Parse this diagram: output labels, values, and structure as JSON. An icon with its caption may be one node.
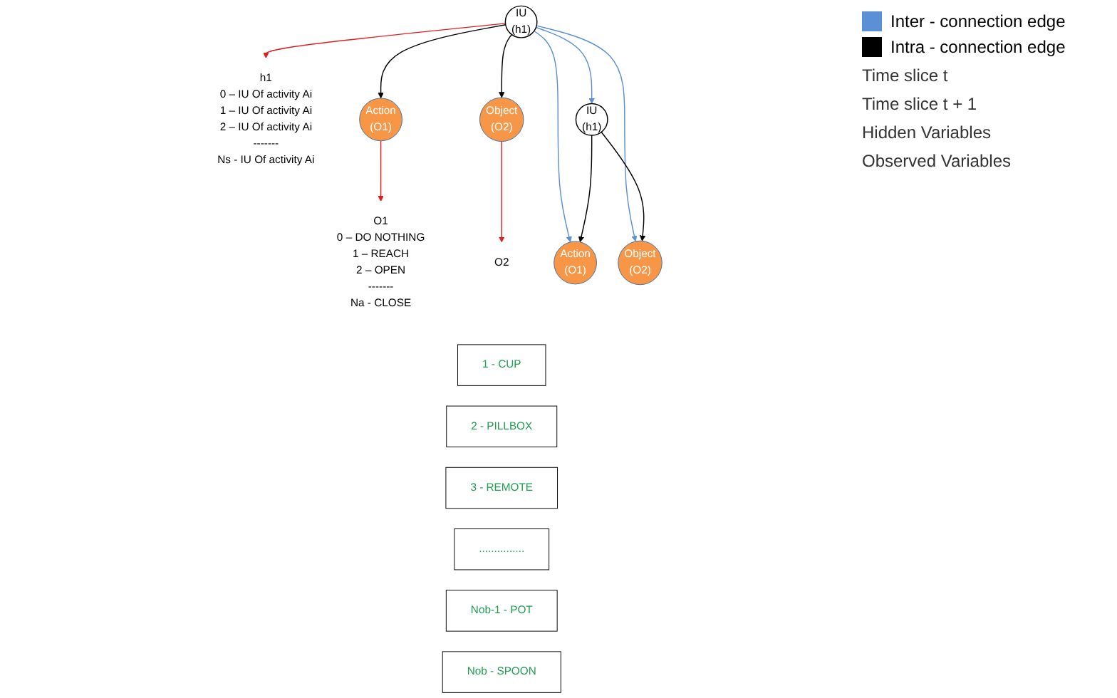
{
  "diagram": {
    "nodes": [
      {
        "text": [
          "IU",
          "(h1)"
        ]
      },
      {
        "text": [
          "IU",
          "(h1)"
        ]
      },
      {
        "text": [
          "Action",
          "(O1)"
        ]
      },
      {
        "text": [
          "Object",
          "(O2)"
        ]
      },
      {
        "text": [
          "Action",
          "(O1)"
        ]
      },
      {
        "text": [
          "Object",
          "(O2)"
        ]
      },
      {
        "text": [
          "h1",
          "0 – IU Of activity Ai",
          "1 – IU Of activity Ai",
          "2 – IU Of activity Ai",
          "-------",
          "Ns - IU Of activity Ai"
        ]
      },
      {
        "text": [
          "O1",
          "0 – DO NOTHING",
          "1 – REACH",
          "2 – OPEN",
          "-------",
          "Na - CLOSE"
        ]
      },
      {
        "text": [
          "O2"
        ]
      },
      {
        "text": [
          "1 - CUP"
        ]
      },
      {
        "text": [
          "2 - PILLBOX"
        ]
      },
      {
        "text": [
          "3 - REMOTE"
        ]
      },
      {
        "text": [
          "..............."
        ]
      },
      {
        "text": [
          "Nob-1 - POT"
        ]
      },
      {
        "text": [
          "Nob - SPOON"
        ]
      }
    ],
    "edges": [
      {
        "from": 0,
        "to": 6,
        "arrow": "to",
        "color": "#e02020"
      },
      {
        "from": 0,
        "to": 1,
        "arrow": "to",
        "color": "#5b8fd6"
      },
      {
        "from": 0,
        "to": 4,
        "arrow": "to",
        "color": "#5b8fd6"
      },
      {
        "from": 0,
        "to": 5,
        "arrow": "to",
        "color": "#5b8fd6"
      },
      {
        "from": 0,
        "to": 2,
        "arrow": "to"
      },
      {
        "from": 0,
        "to": 3,
        "arrow": "to"
      },
      {
        "from": 1,
        "to": 4,
        "arrow": "to"
      },
      {
        "from": 1,
        "to": 5,
        "arrow": "to"
      },
      {
        "from": 2,
        "to": 7,
        "arrow": "to",
        "color": "#e02020"
      },
      {
        "from": 3,
        "to": 8,
        "arrow": "to",
        "color": "#e02020"
      }
    ],
    "labels": [
      "Time slice t",
      "Time slice t + 1",
      "Hidden Variables",
      "Observed Variables"
    ],
    "legend": [
      {
        "text": "Inter - connection edge",
        "color": "#5b8fd6"
      },
      {
        "text": "Intra - connection edge",
        "color": "#000000"
      }
    ]
  }
}
